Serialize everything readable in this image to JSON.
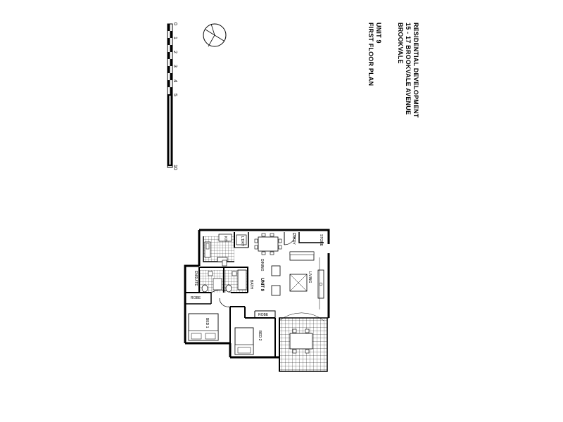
{
  "title_block": {
    "line1": "RESIDENTIAL DEVELOPMENT",
    "line2": "15 - 17 BROOKVALE AVENUE",
    "line3": "BROOKVALE",
    "unit": "UNIT 9",
    "plan": "FIRST FLOOR PLAN"
  },
  "scale_bar": {
    "ticks": [
      "0",
      "1",
      "2",
      "3",
      "4",
      "5",
      "10"
    ]
  },
  "rooms": {
    "store": "STORE",
    "entry": "ENTRY",
    "kitchen": "KIT",
    "laundry": "L'DRY",
    "dining": "DINING",
    "living": "LIVING",
    "unit_label": "UNIT 9",
    "bath": "BATH",
    "ensuite": "ENSUITE",
    "robe1": "ROBE",
    "robe2": "ROBE",
    "bed1": "BED 1",
    "bed2": "BED 2"
  }
}
